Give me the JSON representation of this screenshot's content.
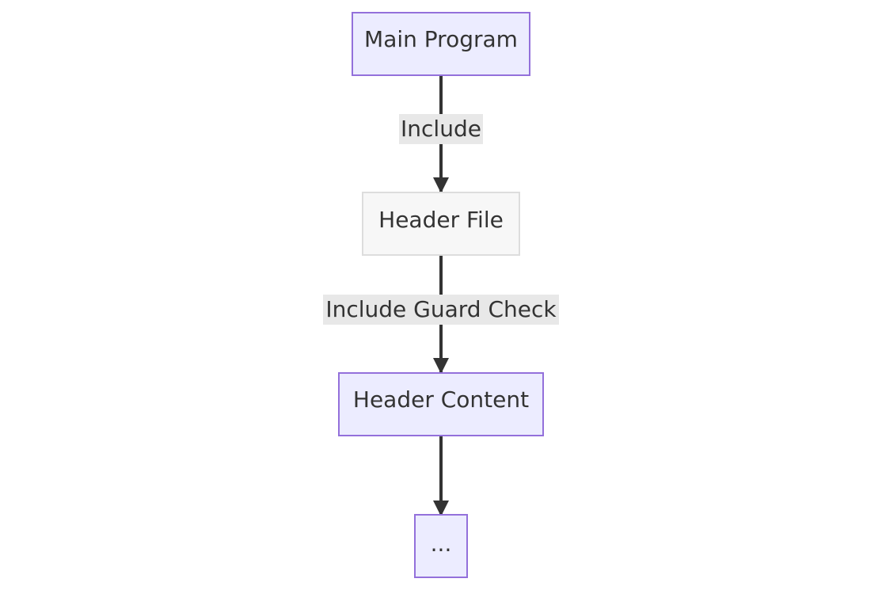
{
  "nodes": [
    {
      "id": "main",
      "label": "Main Program",
      "fill": "#ECECFF",
      "stroke": "#9370DB"
    },
    {
      "id": "header_file",
      "label": "Header File",
      "fill": "#F7F7F7",
      "stroke": "#DDDDDD"
    },
    {
      "id": "header_content",
      "label": "Header Content",
      "fill": "#ECECFF",
      "stroke": "#9370DB"
    },
    {
      "id": "more",
      "label": "...",
      "fill": "#ECECFF",
      "stroke": "#9370DB"
    }
  ],
  "edges": [
    {
      "from": "main",
      "to": "header_file",
      "label": "Include"
    },
    {
      "from": "header_file",
      "to": "header_content",
      "label": "Include Guard Check"
    },
    {
      "from": "header_content",
      "to": "more",
      "label": ""
    }
  ],
  "colors": {
    "edge": "#333333",
    "label_bg": "#E8E8E8",
    "text": "#333333"
  }
}
